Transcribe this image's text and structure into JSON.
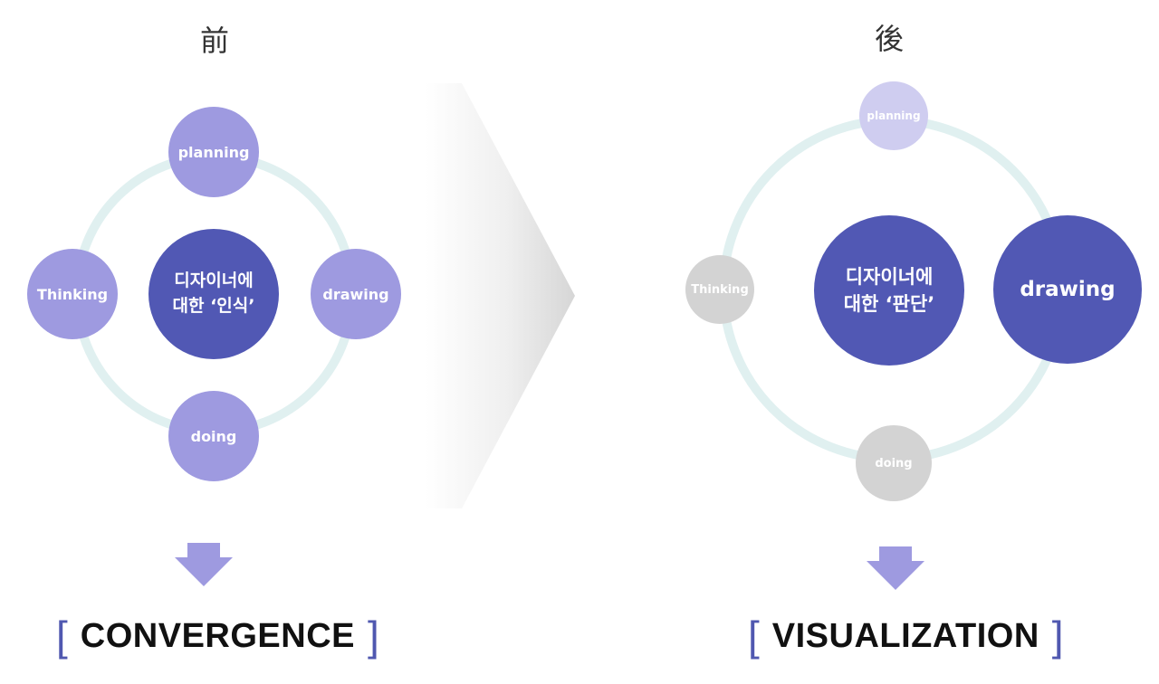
{
  "before": {
    "title": "前",
    "nodes": {
      "top": "planning",
      "left": "Thinking",
      "right": "drawing",
      "bottom": "doing"
    },
    "center": "디자이너에\n대한 ‘인식’",
    "result": {
      "open": "[",
      "text": "CONVERGENCE",
      "close": "]"
    }
  },
  "after": {
    "title": "後",
    "nodes": {
      "top": "planning",
      "left": "Thinking",
      "right": "drawing",
      "bottom": "doing"
    },
    "center": "디자이너에\n대한 ‘판단’",
    "result": {
      "open": "[",
      "text": "VISUALIZATION",
      "close": "]"
    }
  },
  "colors": {
    "node_light": "#9e9ae0",
    "node_dark": "#5158b4",
    "node_faded": "#d0d0d0",
    "node_pale": "#cfcdf0",
    "ring": "#e0f0f0",
    "arrow": "#9e9ae0",
    "bracket": "#5058b0"
  },
  "icons": {
    "transition": "chevron-right-icon",
    "result_arrow": "down-arrow-icon"
  }
}
